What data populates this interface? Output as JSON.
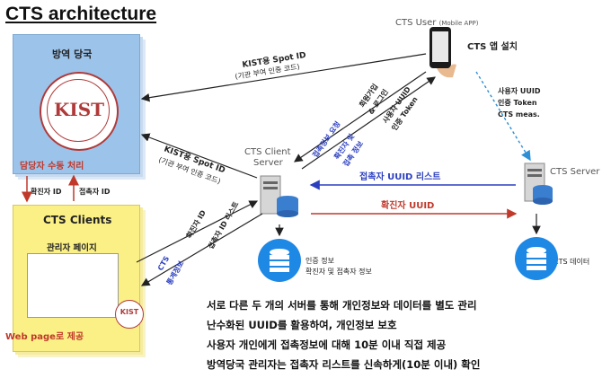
{
  "title": "CTS architecture",
  "health_authority": {
    "title": "방역 당국",
    "manual": "담당자 수동 처리",
    "logo_text": "KIST"
  },
  "clients": {
    "title": "CTS Clients",
    "admin_page": "관리자 페이지",
    "web_label": "Web page로 제공",
    "logo_text": "KIST"
  },
  "user": {
    "title": "CTS User",
    "sub": "(Mobile APP)",
    "install": "CTS 앱 설치"
  },
  "client_server": {
    "line1": "CTS Client",
    "line2": "Server"
  },
  "server": {
    "label": "CTS Server"
  },
  "db_client": {
    "line1": "인증 정보",
    "line2": "확진자 및 접촉자 정보"
  },
  "db_server": {
    "label": "CTS 데이터"
  },
  "labels": {
    "spot_id_top_1": "KIST용 Spot ID",
    "spot_id_top_2": "(기관 부여 인증 코드)",
    "spot_id_mid_1": "KIST용 Spot ID",
    "spot_id_mid_2": "(기관 부여 인증 코드)",
    "signup_1": "회원가입",
    "signup_2": "& 로그인",
    "uuid_token_1": "사용자 UUID",
    "uuid_token_2": "인증 Token",
    "contact_request": "접촉정보 요청",
    "confirmed_contact_1": "확진자 및",
    "confirmed_contact_2": "접촉 정보",
    "server_info_1": "사용자 UUID",
    "server_info_2": "인증 Token",
    "server_info_3": "CTS meas.",
    "contact_uuid_list": "접촉자 UUID 리스트",
    "confirmed_uuid": "확진자 UUID",
    "confirmed_id": "확진자 ID",
    "contact_id": "접촉자 ID",
    "confirmed_id_2": "확진자 ID",
    "contact_id_list": "접촉자 ID 리스트",
    "stats_1": "CTS",
    "stats_2": "통계정보"
  },
  "bullets": [
    "서로 다른 두 개의 서버를 통해 개인정보와 데이터를 별도 관리",
    "난수화된 UUID를 활용하여, 개인정보 보호",
    "사용자 개인에게 접촉정보에 대해 10분 이내 직접 제공",
    "방역당국 관리자는 접촉자 리스트를 신속하게(10분 이내) 확인"
  ],
  "colors": {
    "accent_blue": "#2c3fbf",
    "accent_red": "#c0392b",
    "panel_blue": "#9cc3ea",
    "panel_yellow": "#fbf086",
    "db_blue": "#1e88e5"
  }
}
